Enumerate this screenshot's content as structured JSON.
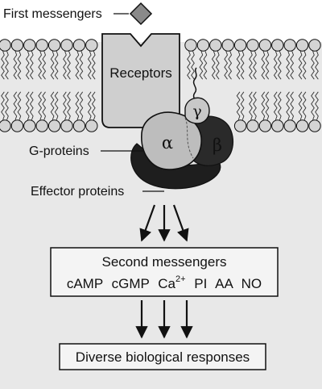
{
  "labels": {
    "first_messengers": "First messengers",
    "receptors": "Receptors",
    "g_proteins": "G-proteins",
    "effector_proteins": "Effector proteins",
    "alpha": "α",
    "beta": "β",
    "gamma": "γ"
  },
  "second_messengers_box": {
    "title": "Second messengers",
    "items": [
      {
        "text": "cAMP",
        "sup": ""
      },
      {
        "text": "cGMP",
        "sup": ""
      },
      {
        "text": "Ca",
        "sup": "2+"
      },
      {
        "text": "PI",
        "sup": ""
      },
      {
        "text": "AA",
        "sup": ""
      },
      {
        "text": "NO",
        "sup": ""
      }
    ]
  },
  "responses_box": {
    "text": "Diverse biological responses"
  },
  "colors": {
    "background": "#e8e8e8",
    "membrane_head": "#d4d4d4",
    "receptor": "#cfcfcf",
    "alpha": "#bdbdbd",
    "gamma": "#c8c8c8",
    "beta": "#2a2a2a",
    "effector": "#1e1e1e",
    "messenger": "#8a8a8a",
    "box_fill": "#f4f4f4",
    "stroke": "#111111"
  }
}
